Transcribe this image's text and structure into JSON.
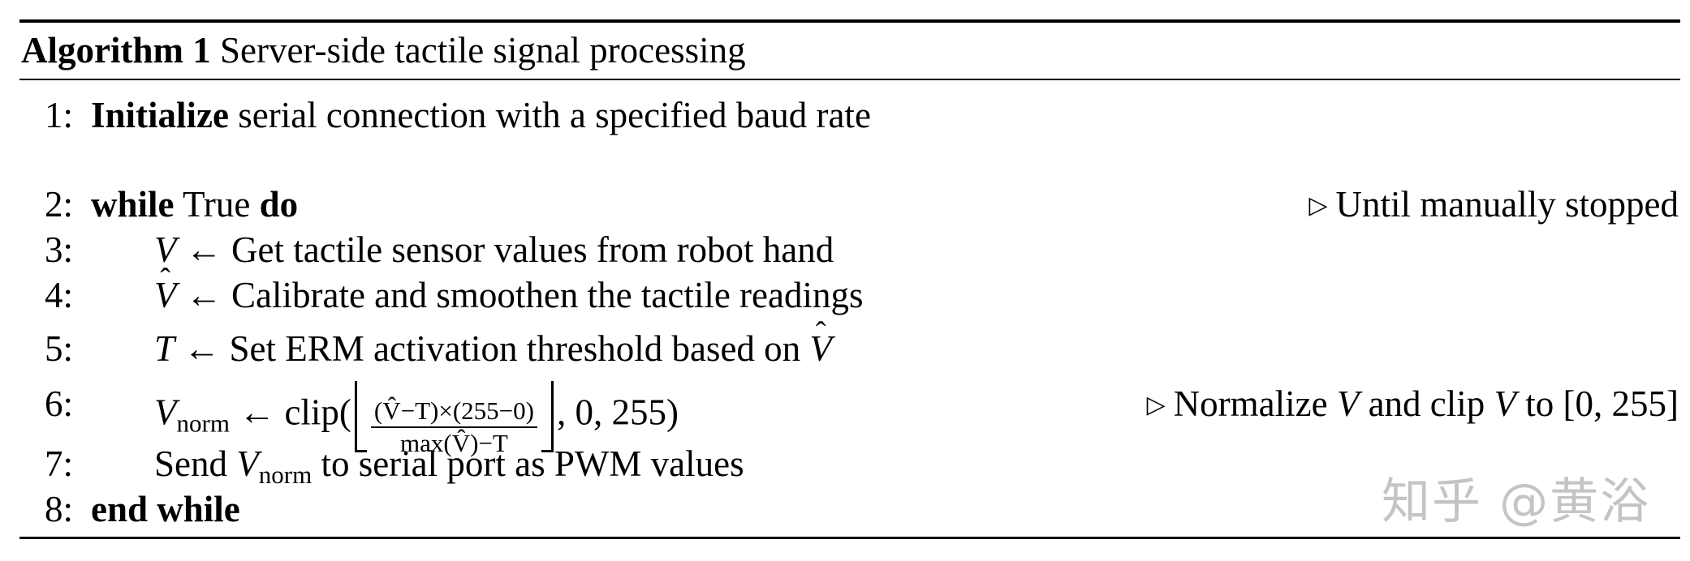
{
  "algorithm": {
    "label": "Algorithm 1",
    "title": "Server-side tactile signal processing"
  },
  "lines": [
    {
      "num": "1:",
      "kw": "Initialize",
      "text": " serial connection with a specified baud rate"
    },
    {
      "num": "2:",
      "kw": "while",
      "mid": " True ",
      "kw2": "do",
      "comment": "Until manually stopped"
    },
    {
      "num": "3:",
      "var": "V",
      "text": " ← Get tactile sensor values from robot hand"
    },
    {
      "num": "4:",
      "var": "V",
      "text": " ← Calibrate and smoothen the tactile readings"
    },
    {
      "num": "5:",
      "var": "T",
      "text": " ← Set ERM activation threshold based on "
    },
    {
      "num": "6:",
      "var": "V",
      "sub": "norm",
      "assign": " ← clip(",
      "frac_num": "(V̂−T)×(255−0)",
      "frac_den": "max(V̂)−T",
      "tail": ", 0, 255)",
      "comment_a": "Normalize ",
      "comment_v1": "V",
      "comment_b": " and clip ",
      "comment_v2": "V",
      "comment_c": " to [0, 255]"
    },
    {
      "num": "7:",
      "pre": "Send ",
      "var": "V",
      "sub": "norm",
      "text": " to serial port as PWM values"
    },
    {
      "num": "8:",
      "kw": "end while"
    }
  ],
  "watermark": "知乎 @黄浴"
}
